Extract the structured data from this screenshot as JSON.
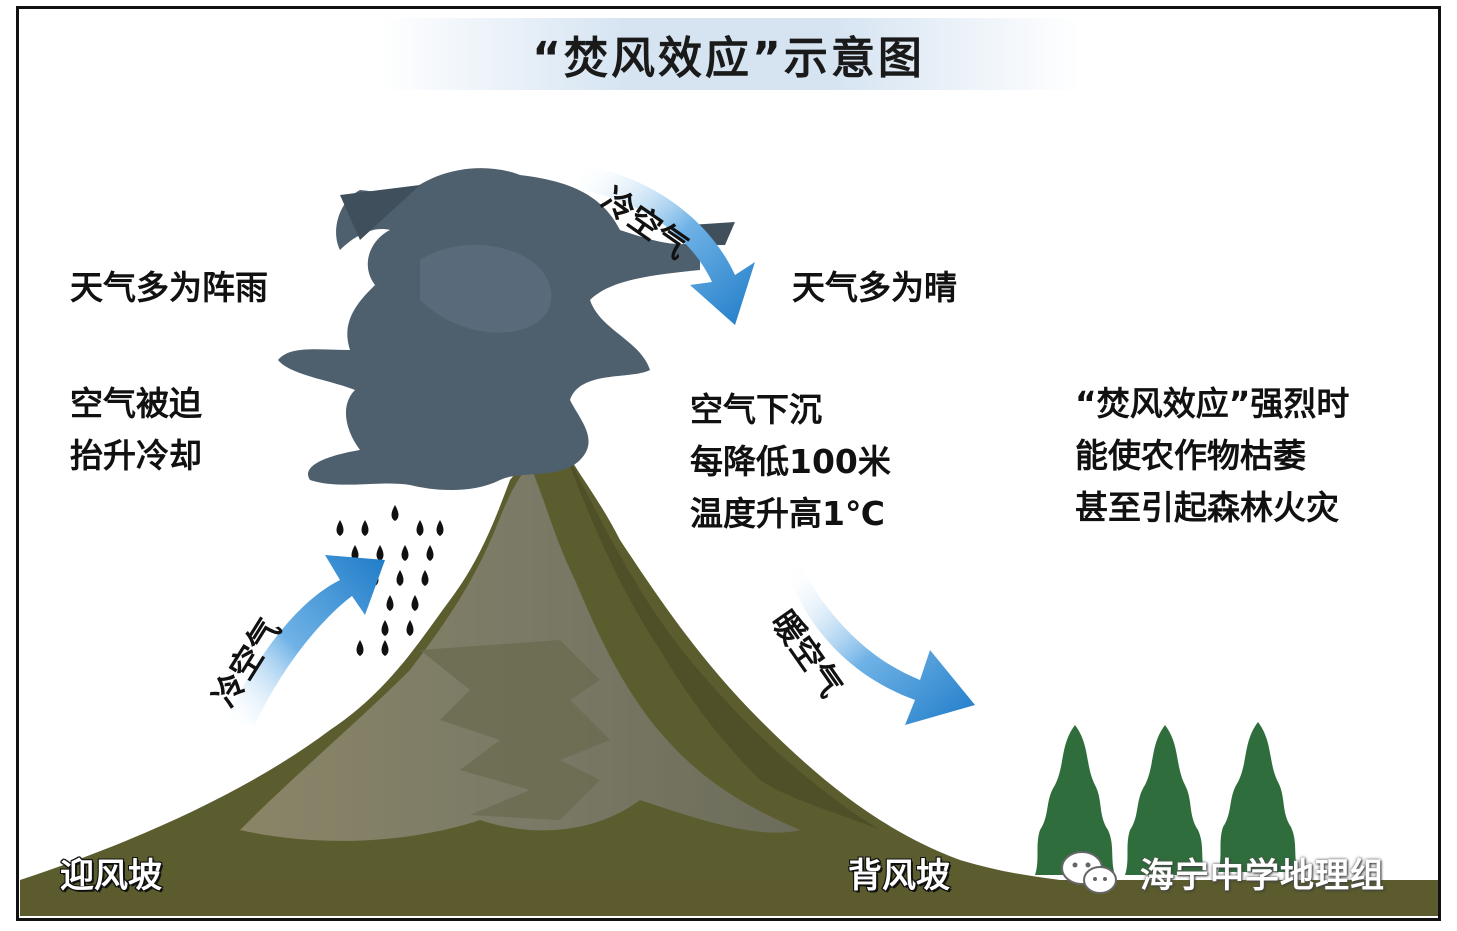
{
  "title": "“焚风效应”示意图",
  "windward": {
    "weather": "天气多为阵雨",
    "process": [
      "空气被迫",
      "抬升冷却"
    ],
    "arrow_label": "冷空气",
    "slope_label": "迎风坡"
  },
  "top": {
    "arrow_label": "冷空气"
  },
  "leeward": {
    "weather": "天气多为晴",
    "process": [
      "空气下沉",
      "每降低100米",
      "温度升高1℃"
    ],
    "arrow_label": "暖空气",
    "slope_label": "背风坡"
  },
  "effect": [
    "“焚风效应”强烈时",
    "能使农作物枯萎",
    "甚至引起森林火灾"
  ],
  "watermark": {
    "icon": "wechat-icon",
    "text": "海宁中学地理组"
  },
  "colors": {
    "cloud": "#4f6170",
    "mountain_dark": "#5a5c2e",
    "mountain_light": "#8a8462",
    "arrow": "#2a86d0",
    "tree": "#2f6e3c"
  }
}
